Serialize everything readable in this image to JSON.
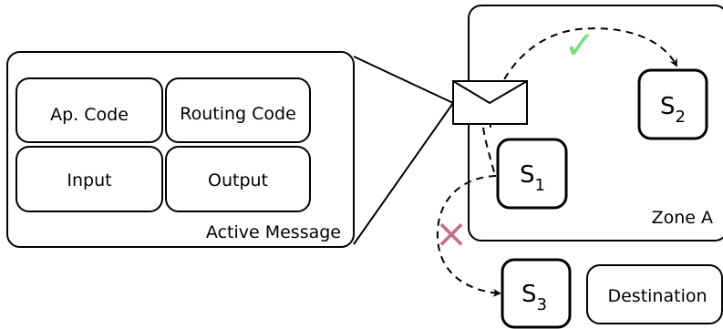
{
  "active_message": {
    "label": "Active  Message",
    "fields": {
      "ap_code": "Ap. Code",
      "routing_code": "Routing Code",
      "input": "Input",
      "output": "Output"
    }
  },
  "zone": {
    "label": "Zone A"
  },
  "nodes": {
    "s1": {
      "base": "S",
      "sub": "1"
    },
    "s2": {
      "base": "S",
      "sub": "2"
    },
    "s3": {
      "base": "S",
      "sub": "3"
    }
  },
  "destination": {
    "label": "Destination"
  },
  "marks": {
    "success_symbol": "✓",
    "failure_symbol": "×",
    "success_color": "#7fdc7f",
    "failure_color": "#c27083"
  }
}
